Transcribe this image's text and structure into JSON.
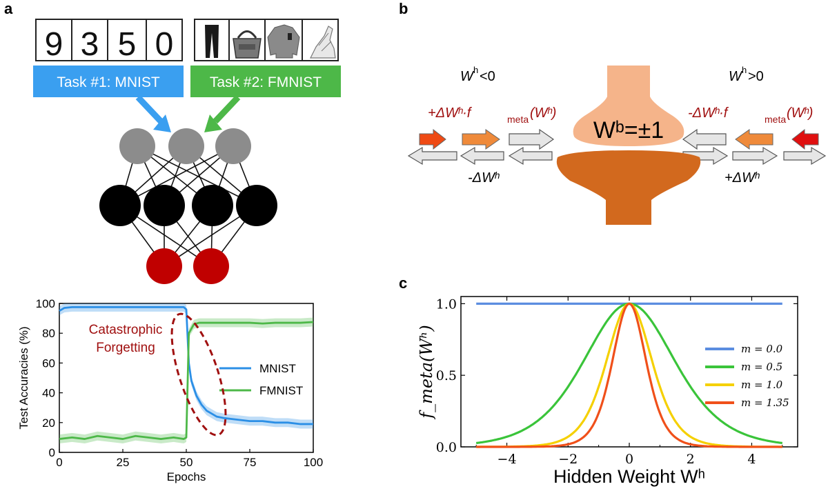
{
  "panels": {
    "a": "a",
    "b": "b",
    "c": "c"
  },
  "panel_a": {
    "task1_label": "Task #1: MNIST",
    "task2_label": "Task #2: FMNIST",
    "mnist_digits": [
      "9",
      "3",
      "5",
      "0"
    ],
    "fmnist_items": [
      "trousers-icon",
      "handbag-icon",
      "sweater-icon",
      "sandal-icon"
    ],
    "colors": {
      "task1": "#3a9ff0",
      "task2": "#4db848",
      "input_neuron": "#8c8c8c",
      "hidden_neuron": "#000000",
      "output_neuron": "#c00000"
    },
    "annotation_line1": "Catastrophic",
    "annotation_line2": "Forgetting"
  },
  "panel_b": {
    "wh_neg": {
      "base": "W",
      "sup": "h",
      "rest": "<0"
    },
    "wh_pos": {
      "base": "W",
      "sup": "h",
      "rest": ">0"
    },
    "left_formula": "+ΔWʰ·f",
    "left_formula_sub": "meta",
    "left_formula_tail": "(Wʰ)",
    "right_formula": "-ΔWʰ·f",
    "right_formula_sub": "meta",
    "right_formula_tail": "(Wʰ)",
    "left_update": "-ΔWʰ",
    "right_update": "+ΔWʰ",
    "synapse_label": "Wᵇ=±1",
    "colors": {
      "upper_synapse": "#f5b48a",
      "lower_synapse": "#d2691e",
      "formula_text": "#a01010"
    }
  },
  "chart_data": [
    {
      "type": "line",
      "xlabel": "Epochs",
      "ylabel": "Test Accuracies (%)",
      "xlim": [
        0,
        100
      ],
      "ylim": [
        0,
        100
      ],
      "xticks": [
        0,
        25,
        50,
        75,
        100
      ],
      "yticks": [
        0,
        20,
        40,
        60,
        80,
        100
      ],
      "legend": "right",
      "series": [
        {
          "name": "MNIST",
          "color": "#2b8fe6",
          "x": [
            0,
            2,
            5,
            10,
            20,
            30,
            40,
            49,
            50,
            51,
            52,
            54,
            56,
            58,
            60,
            62,
            65,
            70,
            75,
            80,
            85,
            90,
            95,
            100
          ],
          "y": [
            95,
            97,
            97.5,
            97.5,
            97.5,
            97.5,
            97.5,
            97.5,
            96,
            60,
            48,
            38,
            32,
            28,
            26,
            24,
            23,
            22,
            21,
            21,
            20,
            20,
            19,
            19
          ]
        },
        {
          "name": "FMNIST",
          "color": "#4db848",
          "x": [
            0,
            5,
            10,
            15,
            20,
            25,
            30,
            35,
            40,
            45,
            49,
            50,
            51,
            53,
            55,
            60,
            65,
            70,
            75,
            80,
            85,
            90,
            95,
            100
          ],
          "y": [
            9,
            10,
            9,
            11,
            10,
            9,
            11,
            10,
            9,
            10,
            9,
            10,
            80,
            86,
            87,
            87,
            87,
            87,
            87,
            86.5,
            87,
            87,
            87,
            87.5
          ]
        }
      ]
    },
    {
      "type": "line",
      "xlabel": "Hidden Weight Wʰ",
      "ylabel": "f_meta(Wʰ)",
      "xlim": [
        -5.5,
        5.5
      ],
      "ylim": [
        0,
        1.05
      ],
      "xticks": [
        -4,
        -2,
        0,
        2,
        4
      ],
      "yticks": [
        0.0,
        0.5,
        1.0
      ],
      "xtick_labels": [
        "−4",
        "−2",
        "0",
        "2",
        "4"
      ],
      "ytick_labels": [
        "0.0",
        "0.5",
        "1.0"
      ],
      "legend": "right",
      "series": [
        {
          "name": "m = 0.0",
          "m": 0.0,
          "color": "#5b8de0"
        },
        {
          "name": "m = 0.5",
          "m": 0.5,
          "color": "#3ac43a"
        },
        {
          "name": "m = 1.0",
          "m": 1.0,
          "color": "#f5d000"
        },
        {
          "name": "m = 1.35",
          "m": 1.35,
          "color": "#f0501a"
        }
      ],
      "function": "1 - tanh^2(m*x)",
      "x_domain": [
        -5,
        5
      ]
    }
  ]
}
